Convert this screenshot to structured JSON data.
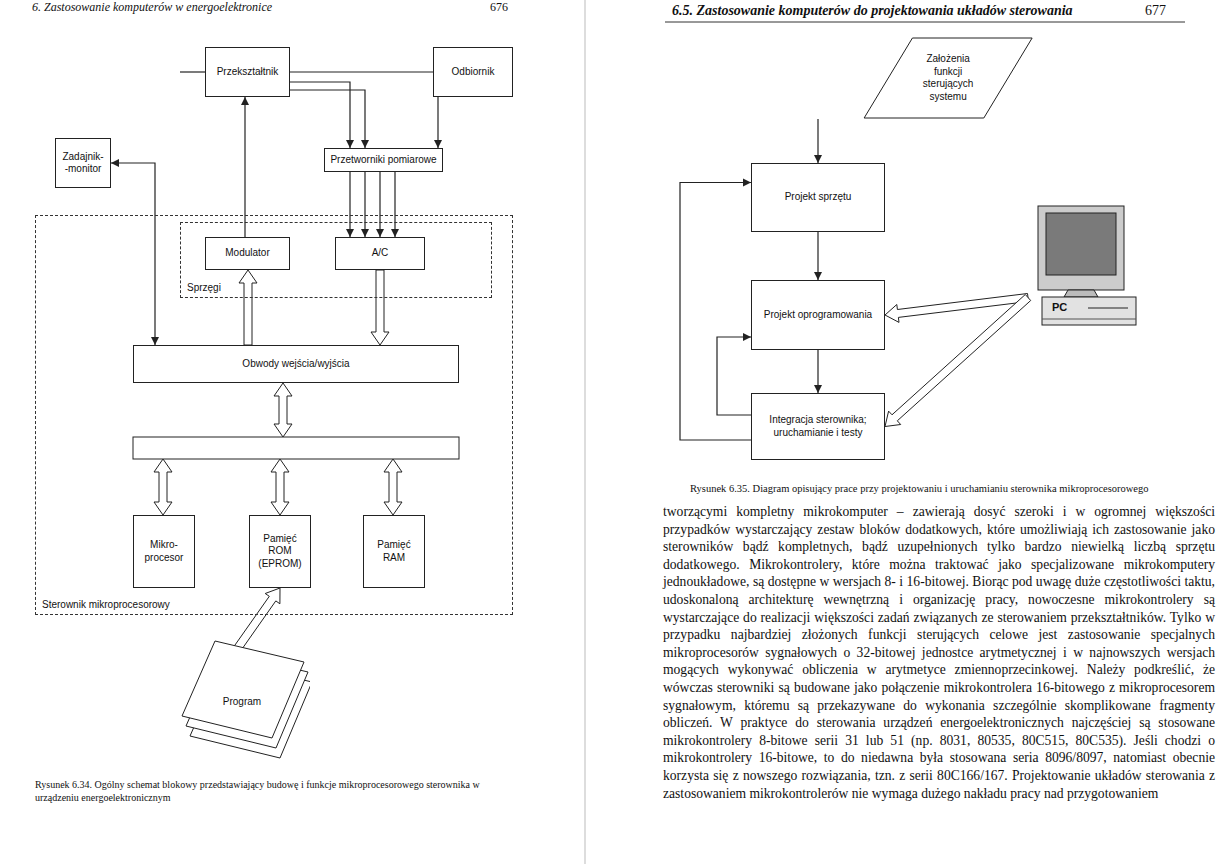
{
  "diagram": {
    "nodes": [
      {
        "text": [
          "Przekształtnik"
        ]
      },
      {
        "text": [
          "Odbiornik"
        ]
      },
      {
        "text": [
          "Przetworniki pomiarowe"
        ]
      },
      {
        "text": [
          "Zadajnik- -monitor"
        ]
      },
      {
        "text": [
          "Sterownik mikroprocesorowy"
        ]
      },
      {
        "text": [
          "Sprzęgi"
        ],
        "in": 4
      },
      {
        "text": [
          "Modulator"
        ],
        "in": 5
      },
      {
        "text": [
          "A/C"
        ],
        "in": 5
      },
      {
        "text": [
          "Obwody wejścia/wyjścia"
        ],
        "in": 4
      },
      {
        "text": [
          "Mikro- procesor"
        ],
        "in": 4
      },
      {
        "text": [
          "Pamięć ROM (EPROM)"
        ],
        "in": 4
      },
      {
        "text": [
          "Pamięć RAM"
        ],
        "in": 4
      },
      {
        "text": [
          "Program"
        ]
      },
      {
        "text": [
          "Założenia funkcji sterujących systemu"
        ]
      },
      {
        "text": [
          "Projekt sprzętu"
        ]
      },
      {
        "text": [
          "Projekt oprogramowania"
        ]
      },
      {
        "text": [
          "Integracja sterownika; uruchamianie i testy"
        ]
      },
      {
        "text": [
          "PC"
        ]
      }
    ],
    "edges": [
      {
        "from": 0,
        "to": 1,
        "arrow": "none"
      },
      {
        "from": 0,
        "to": 2,
        "arrow": "to"
      },
      {
        "from": 1,
        "to": 2,
        "arrow": "to"
      },
      {
        "from": 2,
        "to": 7,
        "arrow": "to"
      },
      {
        "from": 6,
        "to": 0,
        "arrow": "to"
      },
      {
        "from": 3,
        "to": 8,
        "arrow": "both"
      },
      {
        "from": 8,
        "to": 6,
        "arrow": "to"
      },
      {
        "from": 7,
        "to": 8,
        "arrow": "to"
      },
      {
        "from": 12,
        "to": 10,
        "arrow": "to"
      },
      {
        "from": 13,
        "to": 14,
        "arrow": "to"
      },
      {
        "from": 14,
        "to": 15,
        "arrow": "to"
      },
      {
        "from": 15,
        "to": 16,
        "arrow": "to"
      },
      {
        "from": 16,
        "to": 14,
        "arrow": "to"
      },
      {
        "from": 16,
        "to": 15,
        "arrow": "to"
      },
      {
        "from": 17,
        "to": 15,
        "arrow": "to"
      },
      {
        "from": 17,
        "to": 16,
        "arrow": "to"
      }
    ],
    "labels": [
      "6. Zastosowanie komputerów w energoelektronice",
      "676",
      "6.5. Zastosowanie komputerów do projektowania układów sterowania",
      "677",
      "Rysunek 6.34. Ogólny schemat blokowy przedstawiający budowę i funkcje mikroprocesorowego sterownika w urządzeniu energoelektronicznym",
      "Rysunek 6.35. Diagram opisujący prace przy projektowaniu i uruchamianiu sterownika mikroprocesorowego",
      "tworzącymi kompletny mikrokomputer – zawierają dosyć szeroki i w ogromnej większości przypadków wystarczający zestaw bloków dodatkowych, które umożliwiają ich zastosowanie jako sterowników bądź kompletnych, bądź uzupełnionych tylko bardzo niewielką liczbą sprzętu dodatkowego. Mikrokontrolery, które można traktować jako specjalizowane mikrokomputery jednoukładowe, są dostępne w wersjach 8- i 16-bitowej. Biorąc pod uwagę duże częstotliwości taktu, udoskonaloną architekturę wewnętrzną i organizację pracy, nowoczesne mikrokontrolery są wystarczające do realizacji większości zadań związanych ze sterowaniem przekształtników. Tylko w przypadku najbardziej złożonych funkcji sterujących celowe jest zastosowanie specjalnych mikroprocesorów sygnałowych o 32-bitowej jednostce arytmetycznej i w najnowszych wersjach mogących wykonywać obliczenia w arytmetyce zmiennoprzecinkowej. Należy podkreślić, że wówczas sterowniki są budowane jako połączenie mikrokontrolera 16-bitowego z mikroprocesorem sygnałowym, któremu są przekazywane do wykonania szczególnie skomplikowane fragmenty obliczeń. W praktyce do sterowania urządzeń energoelektronicznych najczęściej są stosowane mikrokontrolery 8-bitowe serii 31 lub 51 (np. 8031, 80535, 80C515, 80C535). Jeśli chodzi o mikrokontrolery 16-bitowe, to do niedawna była stosowana seria 8096/8097, natomiast obecnie korzysta się z nowszego rozwiązania, tzn. z serii 80C166/167. Projektowanie układów sterowania z zastosowaniem mikrokontrolerów nie wymaga dużego nakładu pracy nad przygotowaniem"
    ]
  }
}
